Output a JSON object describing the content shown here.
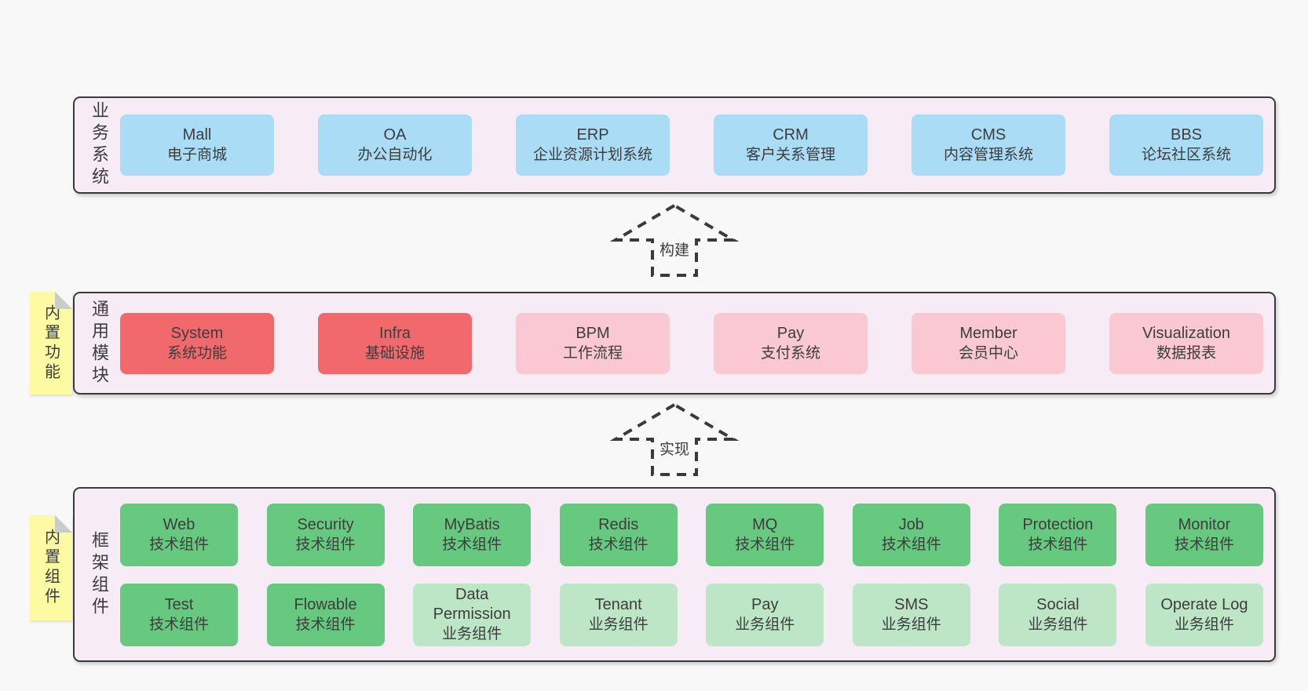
{
  "colors": {
    "page_bg": "#f8f8f8",
    "band_bg": "#f7ecf6",
    "band_border": "#3a3a3a",
    "blue": "#aadcf5",
    "red": "#f2696d",
    "pink": "#f9c8d2",
    "green": "#66c97f",
    "light_green": "#bce6c6",
    "sticky_yellow": "#fcfaa2",
    "sticky_fold": "#cbcbcb",
    "text": "#3c3c3c"
  },
  "arrows": [
    {
      "label": "构建"
    },
    {
      "label": "实现"
    }
  ],
  "bands": [
    {
      "label": "业务系统",
      "sticky": null,
      "rows": [
        [
          {
            "title": "Mall",
            "subtitle": "电子商城",
            "variant": "blue"
          },
          {
            "title": "OA",
            "subtitle": "办公自动化",
            "variant": "blue"
          },
          {
            "title": "ERP",
            "subtitle": "企业资源计划系统",
            "variant": "blue"
          },
          {
            "title": "CRM",
            "subtitle": "客户关系管理",
            "variant": "blue"
          },
          {
            "title": "CMS",
            "subtitle": "内容管理系统",
            "variant": "blue"
          },
          {
            "title": "BBS",
            "subtitle": "论坛社区系统",
            "variant": "blue"
          }
        ]
      ]
    },
    {
      "label": "通用模块",
      "sticky": "内置功能",
      "rows": [
        [
          {
            "title": "System",
            "subtitle": "系统功能",
            "variant": "red"
          },
          {
            "title": "Infra",
            "subtitle": "基础设施",
            "variant": "red"
          },
          {
            "title": "BPM",
            "subtitle": "工作流程",
            "variant": "pink"
          },
          {
            "title": "Pay",
            "subtitle": "支付系统",
            "variant": "pink"
          },
          {
            "title": "Member",
            "subtitle": "会员中心",
            "variant": "pink"
          },
          {
            "title": "Visualization",
            "subtitle": "数据报表",
            "variant": "pink"
          }
        ]
      ]
    },
    {
      "label": "框架组件",
      "sticky": "内置组件",
      "rows": [
        [
          {
            "title": "Web",
            "subtitle": "技术组件",
            "variant": "green"
          },
          {
            "title": "Security",
            "subtitle": "技术组件",
            "variant": "green"
          },
          {
            "title": "MyBatis",
            "subtitle": "技术组件",
            "variant": "green"
          },
          {
            "title": "Redis",
            "subtitle": "技术组件",
            "variant": "green"
          },
          {
            "title": "MQ",
            "subtitle": "技术组件",
            "variant": "green"
          },
          {
            "title": "Job",
            "subtitle": "技术组件",
            "variant": "green"
          },
          {
            "title": "Protection",
            "subtitle": "技术组件",
            "variant": "green"
          },
          {
            "title": "Monitor",
            "subtitle": "技术组件",
            "variant": "green"
          }
        ],
        [
          {
            "title": "Test",
            "subtitle": "技术组件",
            "variant": "green"
          },
          {
            "title": "Flowable",
            "subtitle": "技术组件",
            "variant": "green"
          },
          {
            "title": "Data Permission",
            "subtitle": "业务组件",
            "variant": "light-green"
          },
          {
            "title": "Tenant",
            "subtitle": "业务组件",
            "variant": "light-green"
          },
          {
            "title": "Pay",
            "subtitle": "业务组件",
            "variant": "light-green"
          },
          {
            "title": "SMS",
            "subtitle": "业务组件",
            "variant": "light-green"
          },
          {
            "title": "Social",
            "subtitle": "业务组件",
            "variant": "light-green"
          },
          {
            "title": "Operate Log",
            "subtitle": "业务组件",
            "variant": "light-green"
          }
        ]
      ]
    }
  ]
}
